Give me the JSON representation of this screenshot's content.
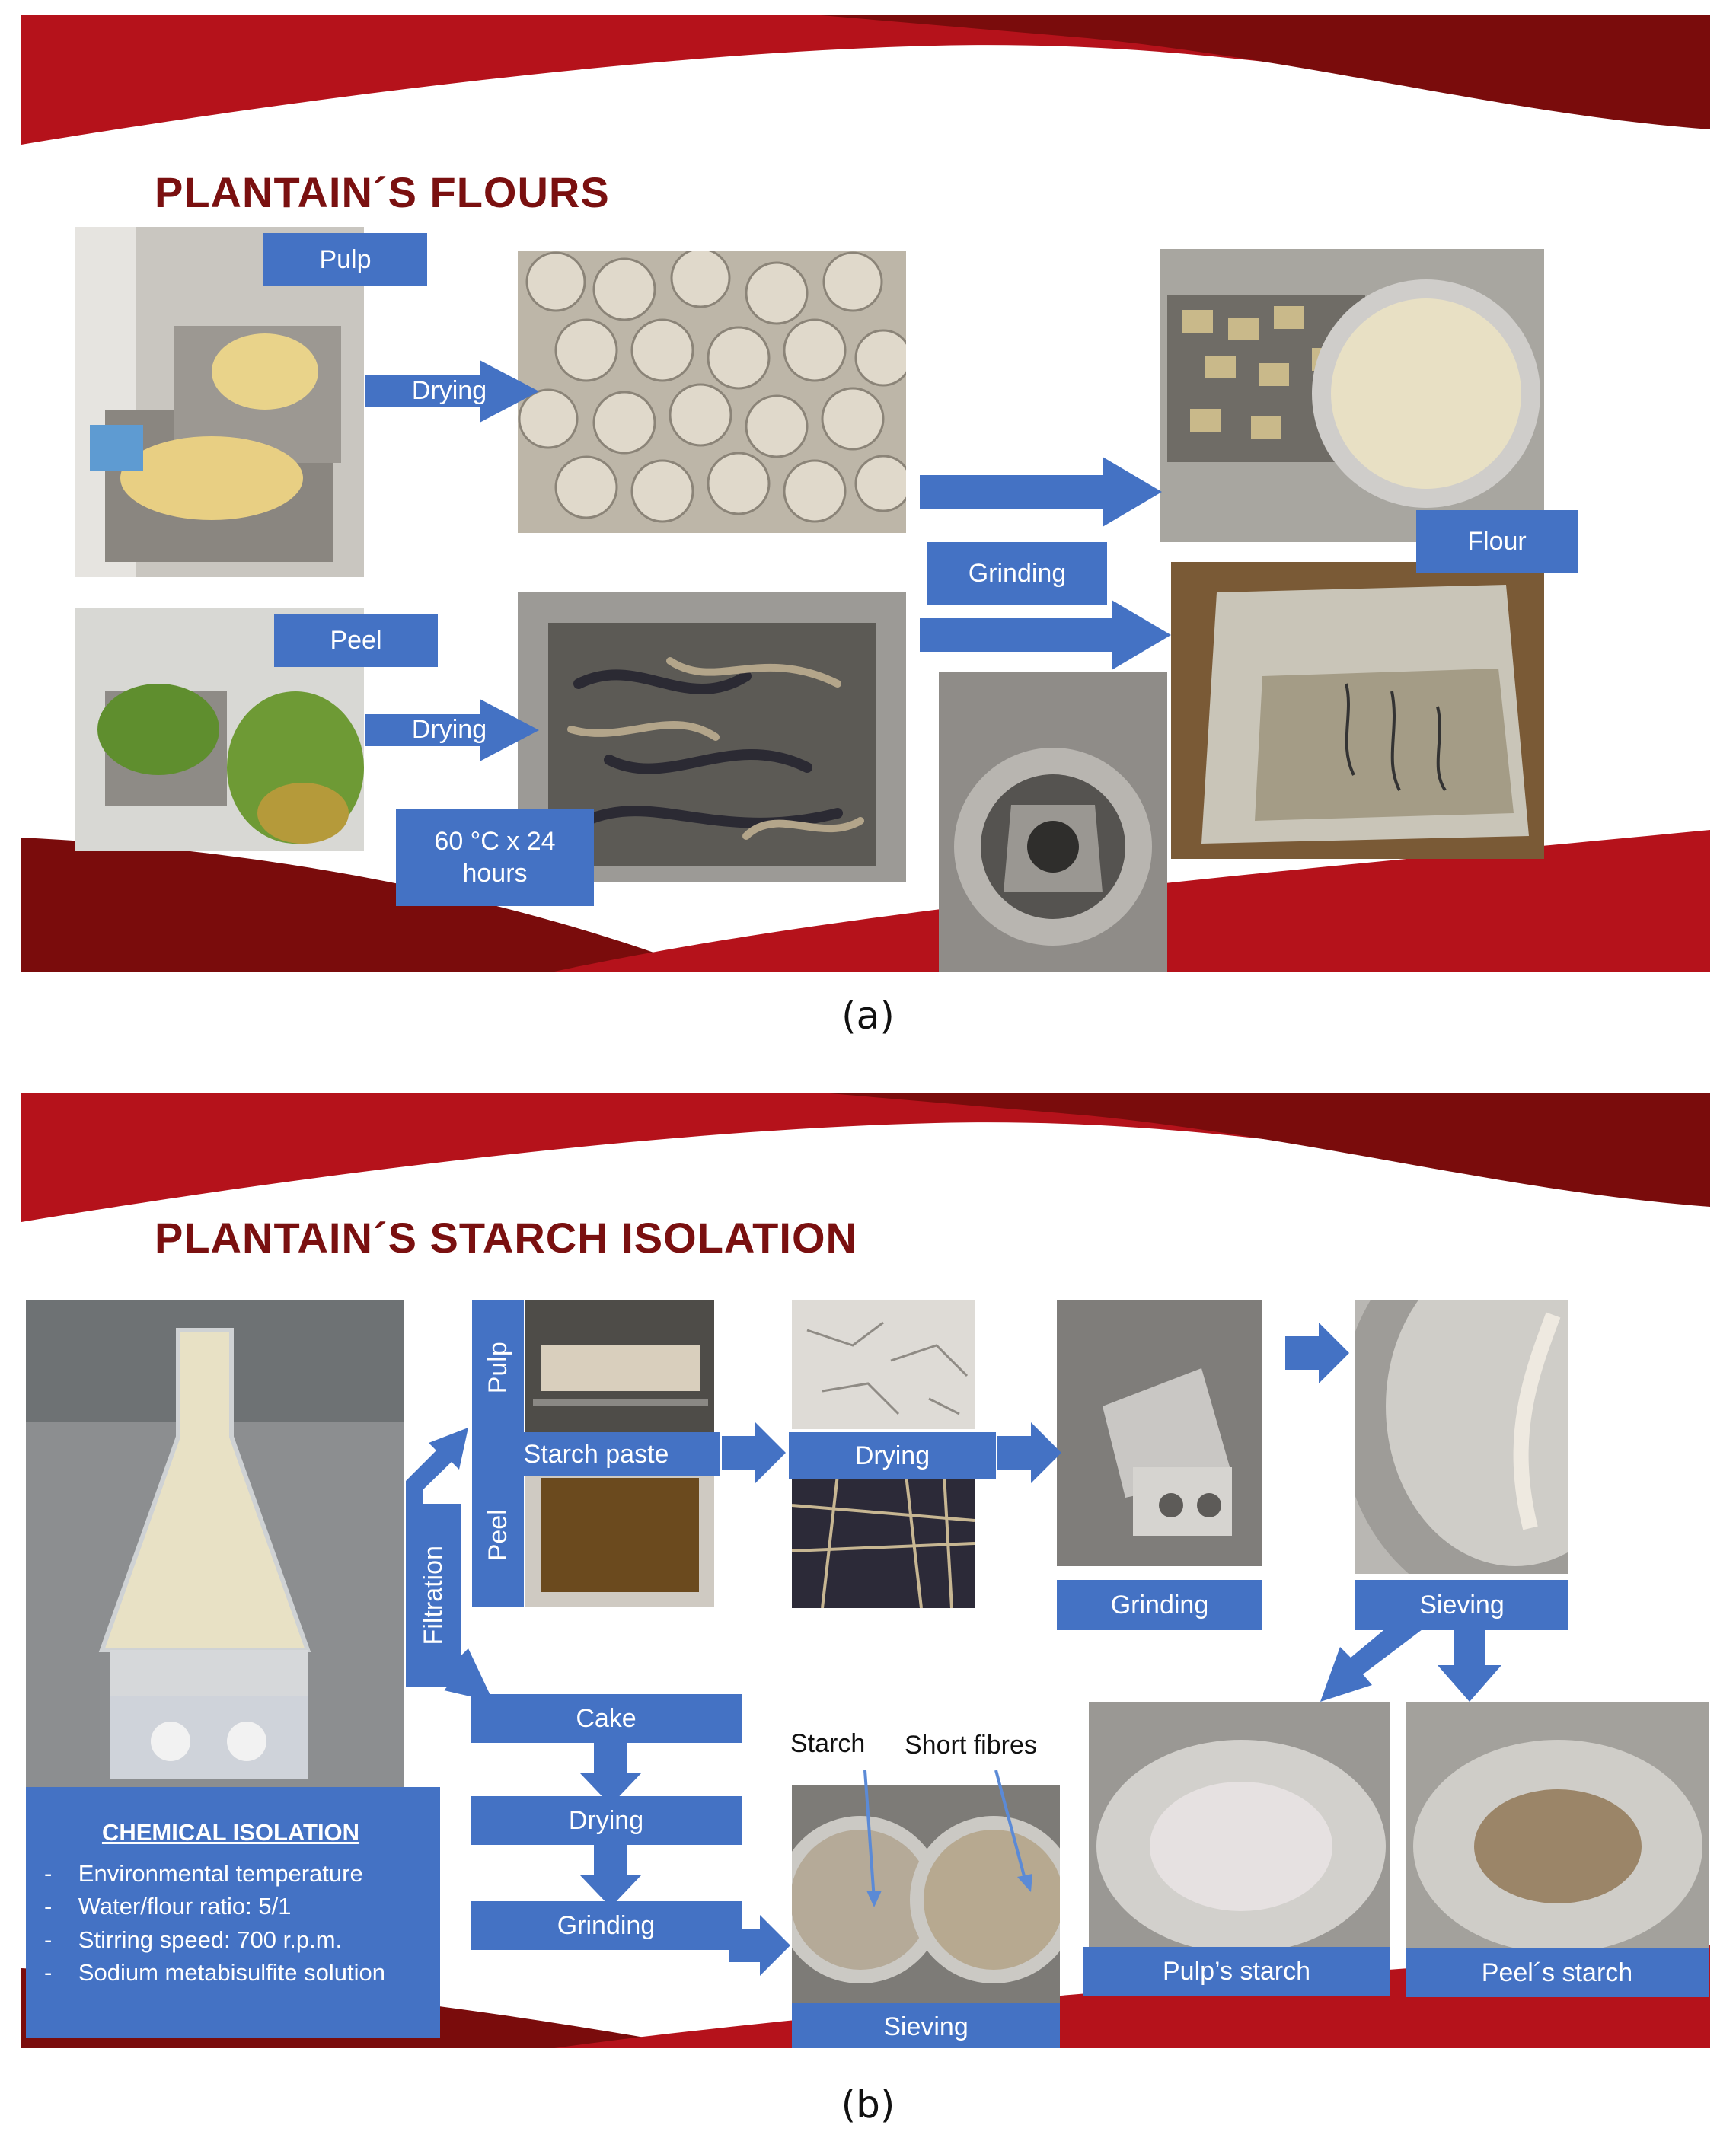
{
  "panel_a": {
    "title": "PLANTAIN´S FLOURS",
    "labels": {
      "pulp": "Pulp",
      "peel": "Peel",
      "drying_top": "Drying",
      "drying_bottom": "Drying",
      "grinding": "Grinding",
      "flour": "Flour",
      "conditions": "60 °C x 24 hours"
    },
    "caption": "(a)"
  },
  "panel_b": {
    "title": "PLANTAIN´S STARCH ISOLATION",
    "labels": {
      "pulp": "Pulp",
      "peel": "Peel",
      "filtration": "Filtration",
      "starch_paste": "Starch paste",
      "drying_top": "Drying",
      "grinding_top": "Grinding",
      "sieving_top": "Sieving",
      "cake": "Cake",
      "drying_bottom": "Drying",
      "grinding_bottom": "Grinding",
      "sieving_bottom": "Sieving",
      "starch": "Starch",
      "short_fibres": "Short fibres",
      "pulps_starch": "Pulp’s starch",
      "peels_starch": "Peel´s starch"
    },
    "chemical_isolation": {
      "title": "CHEMICAL ISOLATION",
      "items": [
        "Environmental temperature",
        "Water/flour ratio: 5/1",
        "Stirring speed: 700 r.p.m.",
        "Sodium metabisulfite solution"
      ]
    },
    "caption": "(b)"
  },
  "colors": {
    "label_blue": "#4472c4",
    "band_red": "#b5121b",
    "band_dark": "#7a0c0c",
    "title_red": "#7a1010"
  }
}
